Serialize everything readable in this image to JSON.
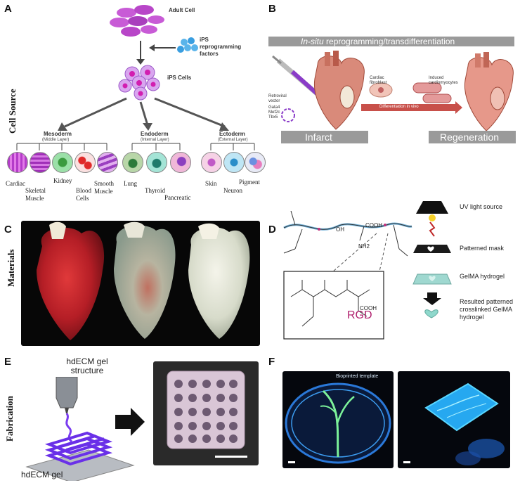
{
  "panels": {
    "a": "A",
    "b": "B",
    "c": "C",
    "d": "D",
    "e": "E",
    "f": "F"
  },
  "side_labels": {
    "cell_source": "Cell Source",
    "materials": "Materials",
    "fabrication": "Fabrication"
  },
  "panel_a": {
    "adult_cell": "Adult Cell",
    "ips_factors": "iPS reprogramming factors",
    "ips_cells": "iPS Cells",
    "mesoderm": "Mesoderm",
    "mesoderm_sub": "(Middle Layer)",
    "endoderm": "Endoderm",
    "endoderm_sub": "(Internal Layer)",
    "ectoderm": "Ectoderm",
    "ectoderm_sub": "(External Layer)",
    "cells": {
      "cardiac": "Cardiac",
      "skeletal": "Skeletal Muscle",
      "kidney": "Kidney",
      "blood": "Blood Cells",
      "smooth": "Smooth Muscle",
      "lung": "Lung",
      "thyroid": "Thyroid",
      "pancreatic": "Pancreatic",
      "skin": "Skin",
      "neuron": "Neuron",
      "pigment": "Pigment"
    }
  },
  "panel_b": {
    "title_italic": "In-situ",
    "title_rest": " reprogramming/transdifferentiation",
    "retroviral": "Retroviral vector",
    "genes": "Gata4\nMef2c\nTbx5",
    "cardiac_fibroblast": "Cardiac fibroblast",
    "induced": "Induced cardiomyocytes",
    "diff": "Differentiation in vivo",
    "infarct": "Infarct",
    "regeneration": "Regeneration"
  },
  "panel_d": {
    "rgd": "RGD",
    "oh": "OH",
    "cooh": "COOH",
    "nh2": "NH2",
    "uv": "UV light source",
    "mask": "Patterned mask",
    "gelma": "GelMA hydrogel",
    "result": "Resulted patterned crosslinked GelMA hydrogel"
  },
  "panel_e": {
    "structure": "hdECM gel structure",
    "gel": "hdECM gel"
  },
  "panel_f": {
    "template": "Bioprinted template"
  },
  "colors": {
    "purple": "#b040c8",
    "teal": "#7fcfc4",
    "uv_blue": "#1a6cf0",
    "gray_bar": "#9a9a9a"
  }
}
